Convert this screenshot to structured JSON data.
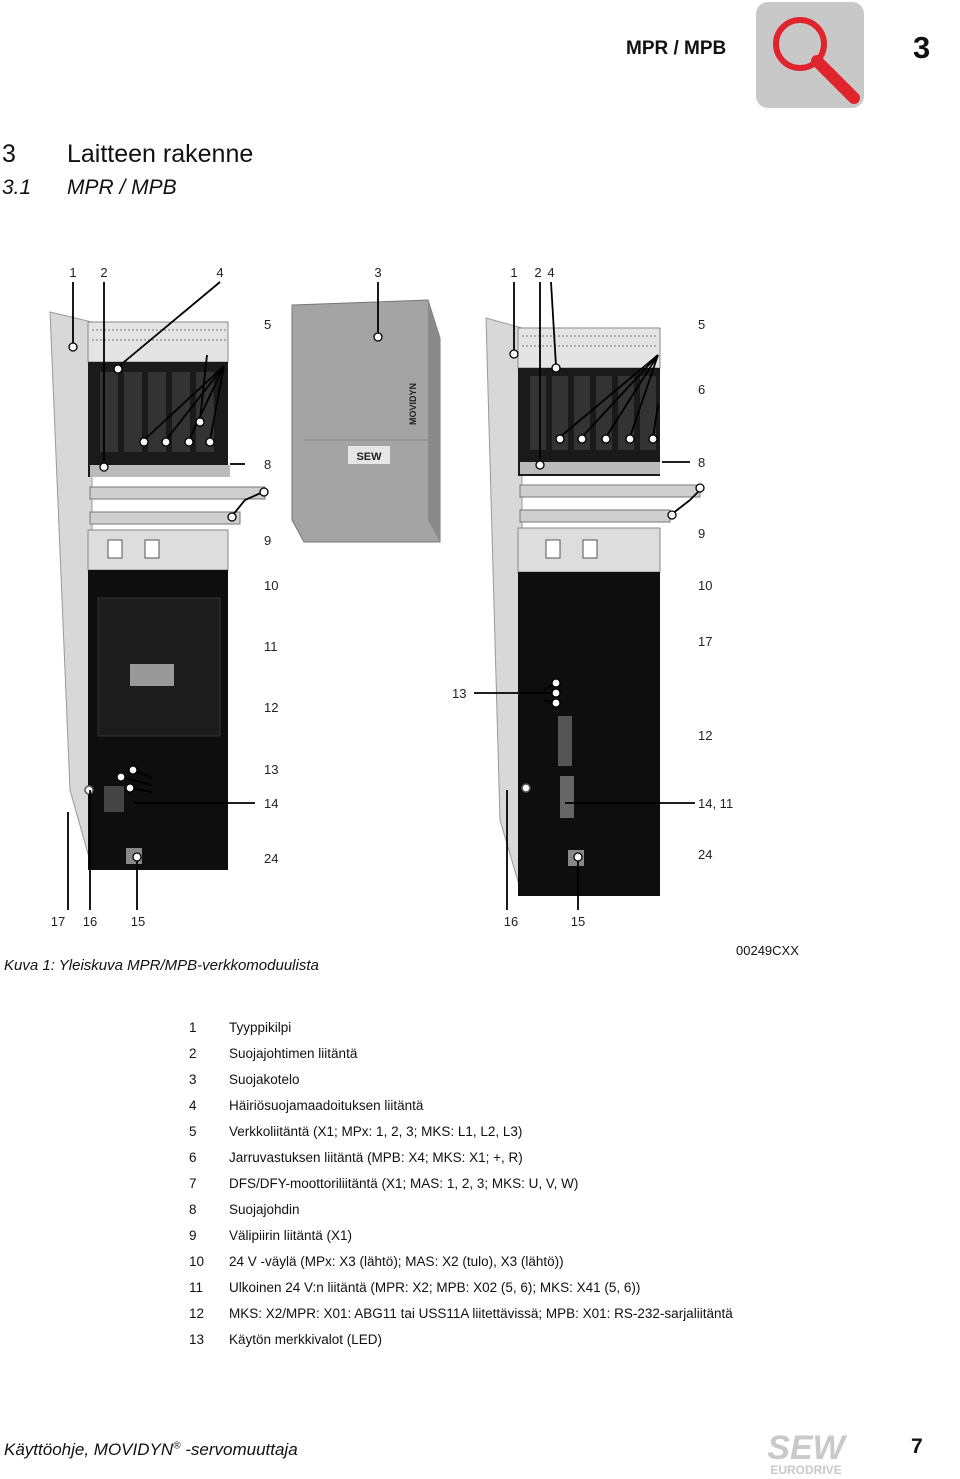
{
  "header": {
    "title": "MPR / MPB",
    "chapter": "3",
    "icon": "magnifier-icon"
  },
  "section": {
    "number": "3",
    "title": "Laitteen rakenne"
  },
  "subsection": {
    "number": "3.1",
    "title": "MPR / MPB"
  },
  "figure": {
    "caption": "Kuva 1: Yleiskuva MPR/MPB-verkkomoduulista",
    "code": "00249CXX",
    "cover_brand": "MOVIDYN",
    "cover_logo": "SEW",
    "callouts": {
      "top_left_1": "1",
      "top_left_2": "2",
      "top_left_4": "4",
      "top_mid_3": "3",
      "top_right_1": "1",
      "top_right_2": "2",
      "top_right_4": "4",
      "left_5": "5",
      "left_8": "8",
      "left_9": "9",
      "left_10": "10",
      "left_11": "11",
      "left_12": "12",
      "left_13": "13",
      "left_14": "14",
      "left_24": "24",
      "mid_13": "13",
      "right_5": "5",
      "right_6": "6",
      "right_8": "8",
      "right_9": "9",
      "right_10": "10",
      "right_17": "17",
      "right_12": "12",
      "right_14_11": "14, 11",
      "right_24": "24",
      "bottom_left_17": "17",
      "bottom_left_16": "16",
      "bottom_left_15": "15",
      "bottom_right_16": "16",
      "bottom_right_15": "15"
    }
  },
  "legend": [
    {
      "num": "1",
      "text": "Tyyppikilpi"
    },
    {
      "num": "2",
      "text": "Suojajohtimen liitäntä"
    },
    {
      "num": "3",
      "text": "Suojakotelo"
    },
    {
      "num": "4",
      "text": "Häiriösuojamaadoituksen liitäntä"
    },
    {
      "num": "5",
      "text": "Verkkoliitäntä (X1; MPx: 1, 2, 3; MKS: L1, L2, L3)"
    },
    {
      "num": "6",
      "text": "Jarruvastuksen liitäntä (MPB: X4; MKS: X1; +, R)"
    },
    {
      "num": "7",
      "text": "DFS/DFY-moottoriliitäntä (X1; MAS: 1, 2, 3; MKS: U, V, W)"
    },
    {
      "num": "8",
      "text": "Suojajohdin"
    },
    {
      "num": "9",
      "text": "Välipiirin liitäntä (X1)"
    },
    {
      "num": "10",
      "text": "24 V -väylä (MPx: X3 (lähtö); MAS: X2 (tulo), X3 (lähtö))"
    },
    {
      "num": "11",
      "text": "Ulkoinen 24 V:n liitäntä (MPR: X2; MPB: X02 (5, 6); MKS: X41 (5, 6))"
    },
    {
      "num": "12",
      "text": "MKS: X2/MPR: X01: ABG11 tai USS11A liitettävissä; MPB: X01: RS-232-sarjaliitäntä"
    },
    {
      "num": "13",
      "text": "Käytön merkkivalot (LED)"
    }
  ],
  "footer": {
    "text_before": "Käyttöohje, MOVIDYN",
    "registered": "®",
    "text_after": " -servomuuttaja",
    "page": "7",
    "logo_top": "SEW",
    "logo_bottom": "EURODRIVE"
  }
}
